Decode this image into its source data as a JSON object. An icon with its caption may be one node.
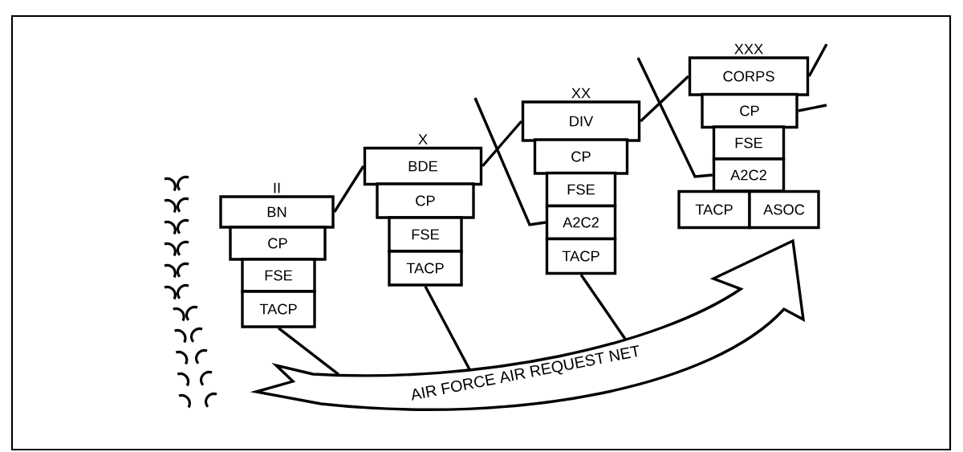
{
  "diagram": {
    "nodes": [
      {
        "text": [
          "BN"
        ],
        "beside": [
          "II"
        ]
      },
      {
        "text": [
          "CP"
        ]
      },
      {
        "text": [
          "FSE"
        ]
      },
      {
        "text": [
          "TACP"
        ]
      },
      {
        "text": [
          "BDE"
        ],
        "beside": [
          "X"
        ]
      },
      {
        "text": [
          "CP"
        ]
      },
      {
        "text": [
          "FSE"
        ]
      },
      {
        "text": [
          "TACP"
        ]
      },
      {
        "text": [
          "DIV"
        ],
        "beside": [
          "XX"
        ]
      },
      {
        "text": [
          "CP"
        ]
      },
      {
        "text": [
          "FSE"
        ]
      },
      {
        "text": [
          "A2C2"
        ]
      },
      {
        "text": [
          "TACP"
        ]
      },
      {
        "text": [
          "CORPS"
        ],
        "beside": [
          "XXX"
        ]
      },
      {
        "text": [
          "CP"
        ]
      },
      {
        "text": [
          "FSE"
        ]
      },
      {
        "text": [
          "A2C2"
        ]
      },
      {
        "text": [
          "TACP"
        ]
      },
      {
        "text": [
          "ASOC"
        ]
      },
      {
        "text": [
          "AIR FORCE AIR REQUEST NET"
        ]
      }
    ],
    "edges": [
      {
        "from": 0,
        "to": 4,
        "arrow": "none"
      },
      {
        "from": 4,
        "to": 8,
        "arrow": "none"
      },
      {
        "from": 8,
        "to": 13,
        "arrow": "none"
      },
      {
        "from": 13,
        "to": null,
        "arrow": "none"
      },
      {
        "from": 14,
        "to": null,
        "arrow": "none"
      },
      {
        "from": null,
        "to": 11,
        "arrow": "none"
      },
      {
        "from": null,
        "to": 16,
        "arrow": "none"
      },
      {
        "from": 3,
        "to": 19,
        "arrow": "none"
      },
      {
        "from": 7,
        "to": 19,
        "arrow": "none"
      },
      {
        "from": 12,
        "to": 19,
        "arrow": "none"
      }
    ]
  }
}
